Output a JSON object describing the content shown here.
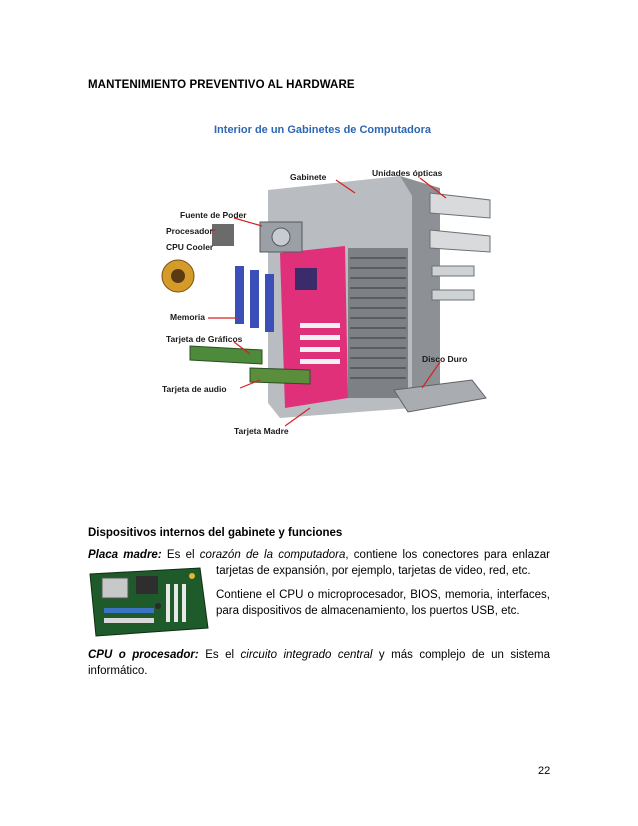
{
  "document": {
    "heading": "MANTENIMIENTO PREVENTIVO AL HARDWARE",
    "figure": {
      "title": "Interior de un Gabinetes de Computadora",
      "callouts": {
        "gabinete": "Gabinete",
        "unidades_opticas": "Unidades ópticas",
        "fuente_poder": "Fuente de Poder",
        "procesador": "Procesador",
        "cpu_cooler": "CPU Cooler",
        "memoria": "Memoria",
        "tarjeta_graficos": "Tarjeta de Gráficos",
        "disco_duro": "Disco Duro",
        "tarjeta_audio": "Tarjeta de audio",
        "tarjeta_madre": "Tarjeta Madre"
      }
    },
    "subheading": "Dispositivos internos del gabinete y funciones",
    "placa": {
      "label": "Placa madre:",
      "text_a": " Es el ",
      "emph": "corazón de la computadora",
      "text_b": ", contiene los conectores para enlazar",
      "line2": "tarjetas de expansión, por ejemplo, tarjetas de video, red, etc.",
      "line3": "Contiene el CPU o microprocesador, BIOS, memoria, interfaces,",
      "line4": "para dispositivos de almacenamiento, los puertos USB, etc."
    },
    "cpu": {
      "label": "CPU o procesador:",
      "text_a": " Es el ",
      "emph": "circuito integrado central",
      "text_b": " y más complejo de un sistema",
      "line2": "informático."
    },
    "page_number": "22"
  },
  "colors": {
    "figure_title": "#2d66b3",
    "motherboard_pink": "#e0307a",
    "callout_line": "#d92020",
    "memory_blue": "#3a4fb8"
  }
}
